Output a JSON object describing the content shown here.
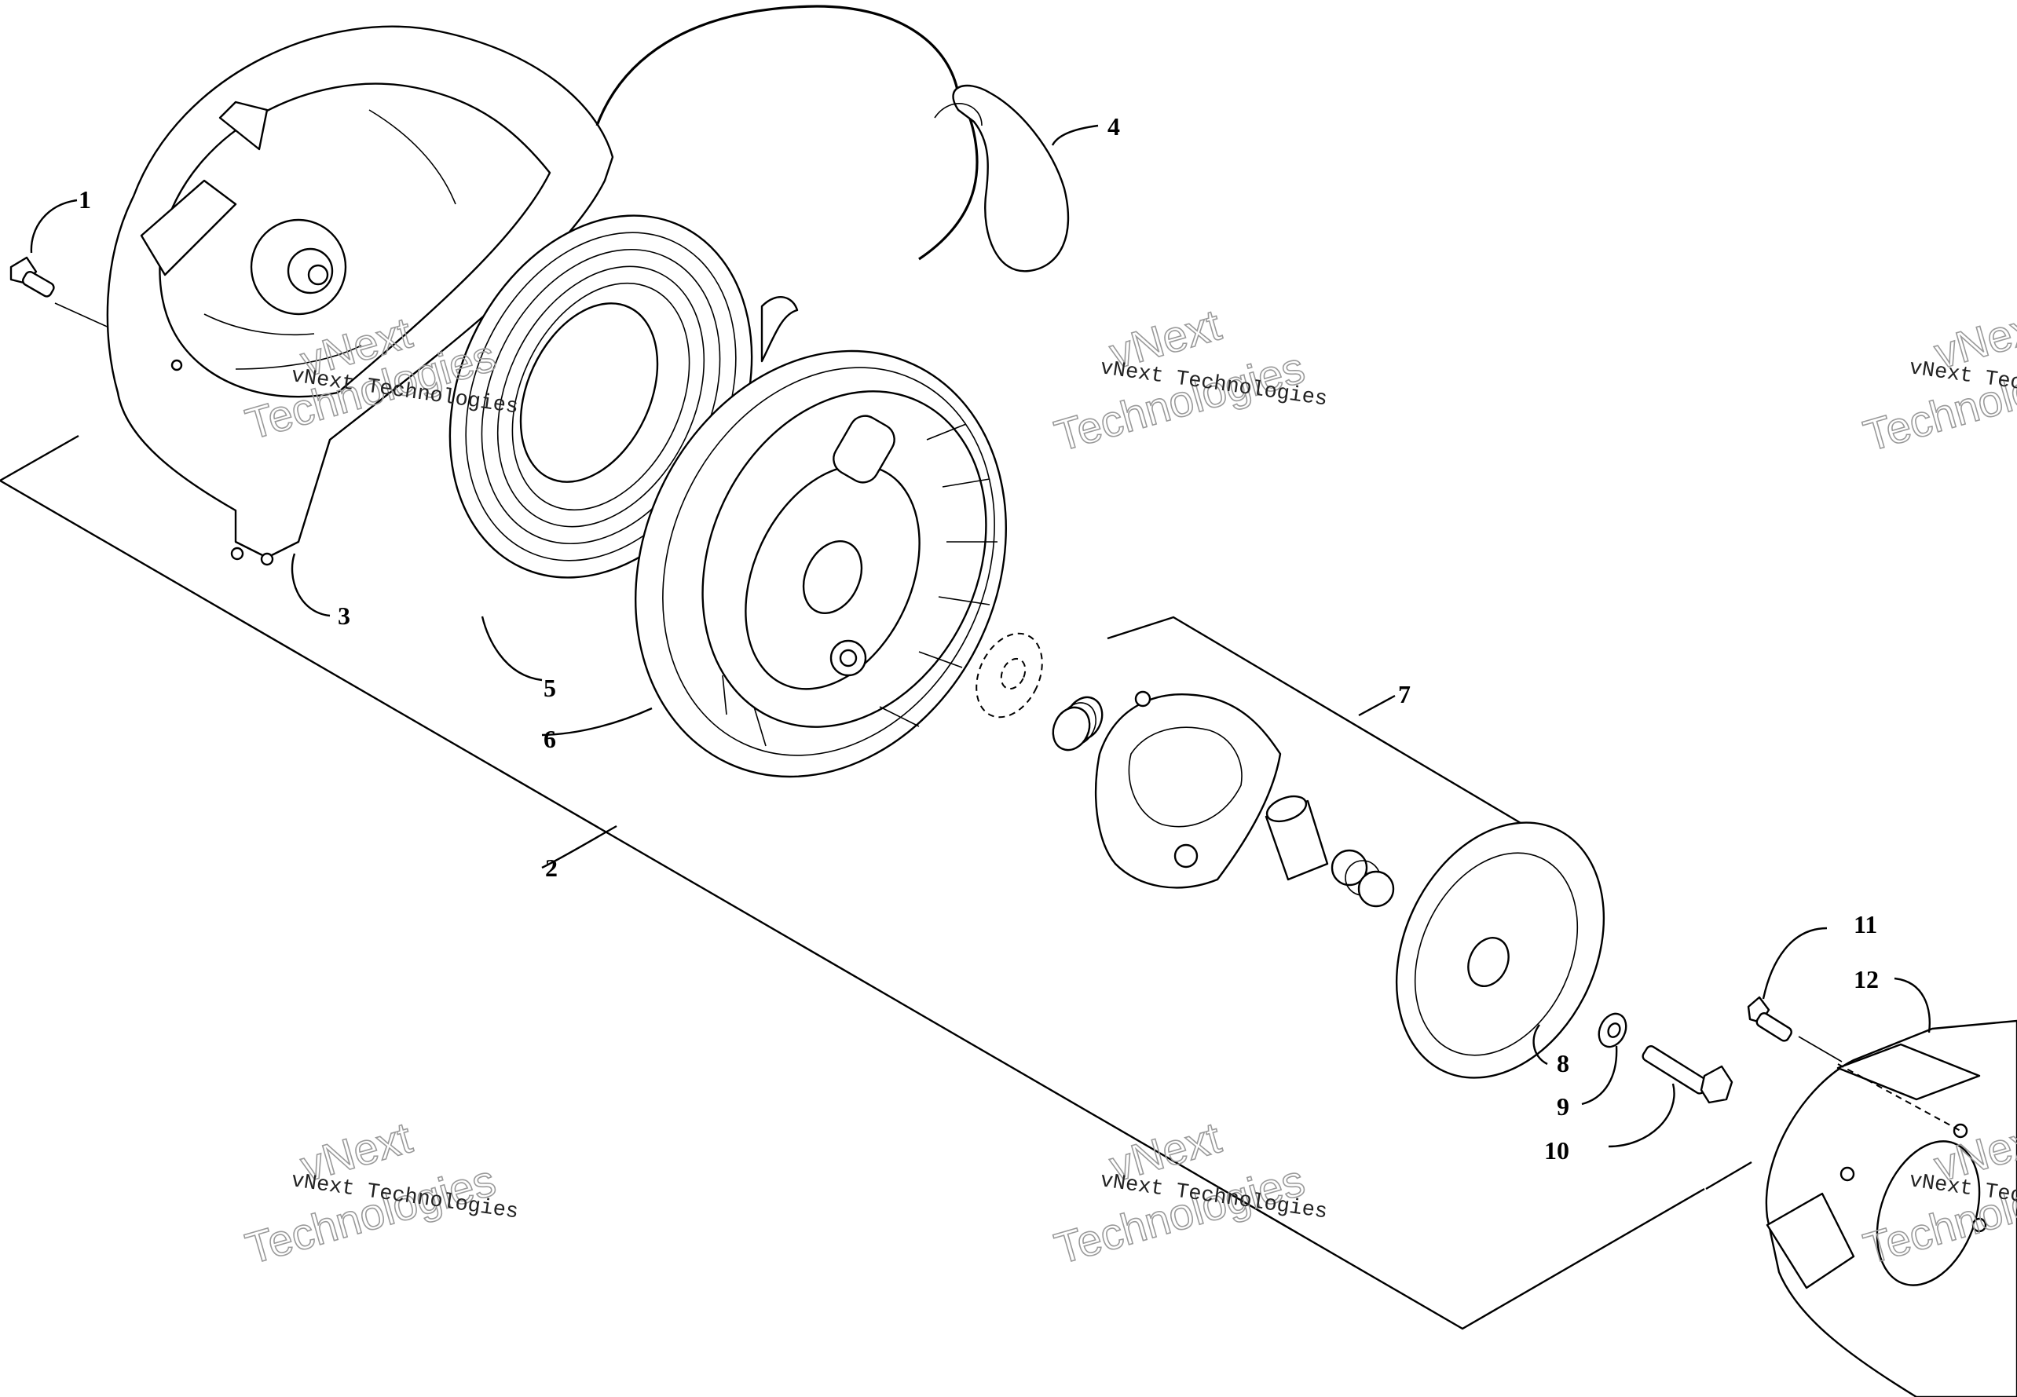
{
  "diagram": {
    "callouts": [
      "1",
      "2",
      "3",
      "4",
      "5",
      "6",
      "7",
      "8",
      "9",
      "10",
      "11",
      "12"
    ],
    "watermark": {
      "line": "vNext Technologies",
      "word1": "vNext",
      "word2": "Technologies"
    }
  }
}
